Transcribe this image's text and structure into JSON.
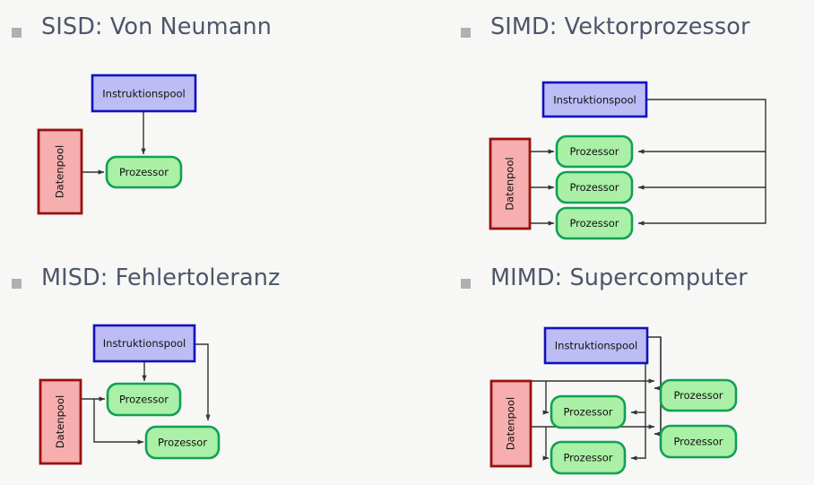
{
  "slide": {
    "background_color": "#f7f7f5",
    "bullet_color": "#b0b0b0",
    "title_color": "#4c566a"
  },
  "palette": {
    "instruction_fill": "#bdbdf5",
    "instruction_stroke": "#1111bb",
    "data_fill": "#f6aeae",
    "data_stroke": "#991111",
    "processor_fill": "#aaf0a6",
    "processor_stroke": "#11a055",
    "arrow_color": "#333333"
  },
  "labels": {
    "instruction_pool": "Instruktionspool",
    "data_pool": "Datenpool",
    "processor": "Prozessor"
  },
  "quadrants": [
    {
      "id": "sisd",
      "title": "SISD: Von Neumann",
      "instruction_pools": 1,
      "data_pools": 1,
      "processors": 1
    },
    {
      "id": "simd",
      "title": "SIMD: Vektorprozessor",
      "instruction_pools": 1,
      "data_pools": 1,
      "processors": 3
    },
    {
      "id": "misd",
      "title": "MISD: Fehlertoleranz",
      "instruction_pools": 1,
      "data_pools": 1,
      "processors": 2
    },
    {
      "id": "mimd",
      "title": "MIMD: Supercomputer",
      "instruction_pools": 1,
      "data_pools": 1,
      "processors": 4
    }
  ]
}
